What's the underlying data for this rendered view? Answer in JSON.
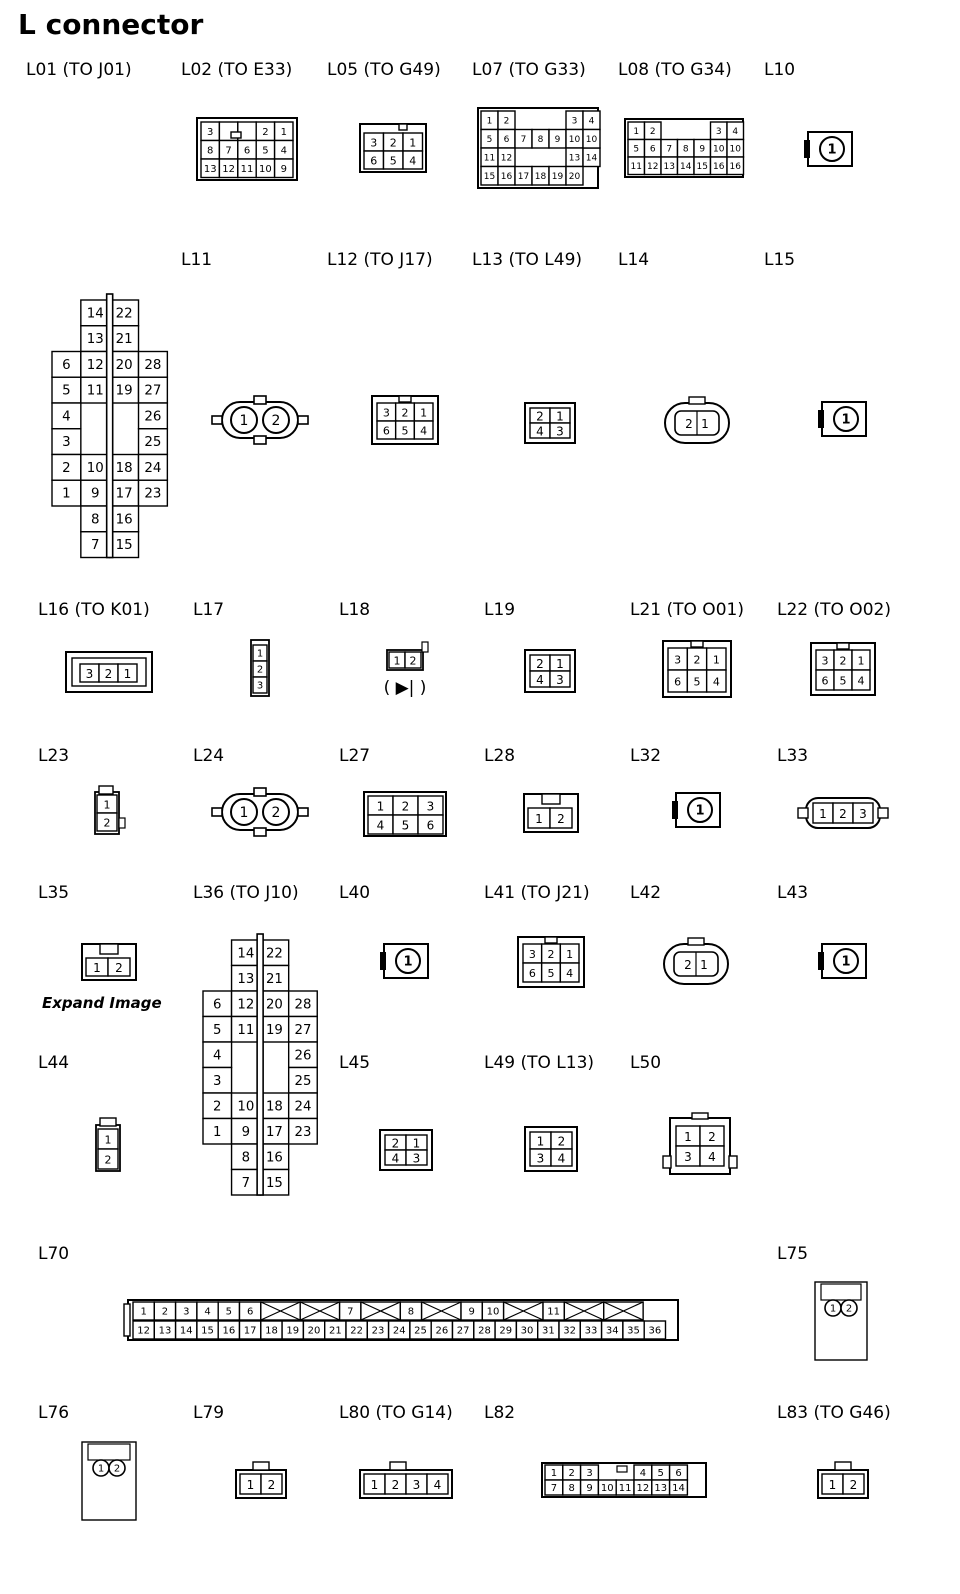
{
  "title": "L connector",
  "expand_link": "Expand Image",
  "labels": {
    "L01": "L01 (TO J01)",
    "L02": "L02 (TO E33)",
    "L05": "L05 (TO G49)",
    "L07": "L07 (TO G33)",
    "L08": "L08 (TO G34)",
    "L10": "L10",
    "L11": "L11",
    "L12": "L12 (TO J17)",
    "L13": "L13 (TO L49)",
    "L14": "L14",
    "L15": "L15",
    "L16": "L16 (TO K01)",
    "L17": "L17",
    "L18": "L18",
    "L19": "L19",
    "L21": "L21 (TO O01)",
    "L22": "L22 (TO O02)",
    "L23": "L23",
    "L24": "L24",
    "L27": "L27",
    "L28": "L28",
    "L32": "L32",
    "L33": "L33",
    "L35": "L35",
    "L36": "L36 (TO J10)",
    "L40": "L40",
    "L41": "L41 (TO J21)",
    "L42": "L42",
    "L43": "L43",
    "L44": "L44",
    "L45": "L45",
    "L49": "L49 (TO L13)",
    "L50": "L50",
    "L70": "L70",
    "L75": "L75",
    "L76": "L76",
    "L79": "L79",
    "L80": "L80 (TO G14)",
    "L82": "L82",
    "L83": "L83 (TO G46)"
  },
  "diode_symbol": "( ▶| )"
}
